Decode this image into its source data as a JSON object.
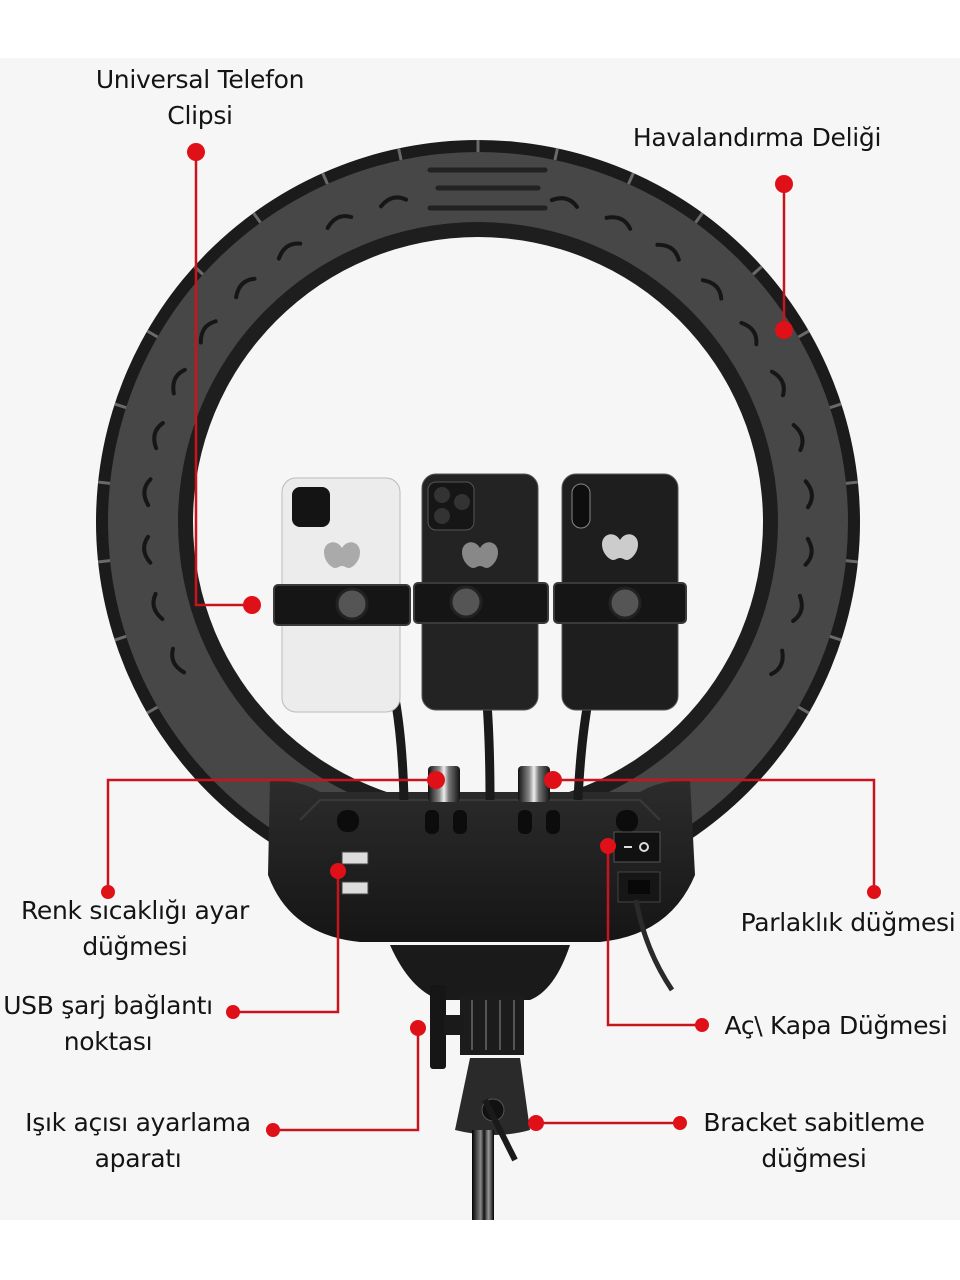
{
  "diagram": {
    "subject": "Ring light with three phone holders and tripod stand",
    "colors": {
      "background": "#f6f6f6",
      "page": "#ffffff",
      "callout": "#e01018",
      "device": "#1c1c1c",
      "text": "#141414"
    },
    "phones": [
      {
        "model": "white phone",
        "color": "#e6e6e6"
      },
      {
        "model": "black phone (triple camera)",
        "color": "#222222"
      },
      {
        "model": "black phone (dual camera)",
        "color": "#1e1e1e"
      }
    ],
    "callouts": [
      {
        "id": "phone-clip",
        "lines": [
          "Universal Telefon",
          "Clipsi"
        ]
      },
      {
        "id": "vent",
        "lines": [
          "Havalandırma Deliği"
        ]
      },
      {
        "id": "color-temp",
        "lines": [
          "Renk sıcaklığı ayar",
          "düğmesi"
        ]
      },
      {
        "id": "brightness",
        "lines": [
          "Parlaklık düğmesi"
        ]
      },
      {
        "id": "usb",
        "lines": [
          "USB şarj bağlantı",
          "noktası"
        ]
      },
      {
        "id": "power",
        "lines": [
          "Aç\\ Kapa Düğmesi"
        ]
      },
      {
        "id": "angle",
        "lines": [
          "Işık açısı ayarlama",
          "aparatı"
        ]
      },
      {
        "id": "bracket",
        "lines": [
          "Bracket sabitleme",
          "düğmesi"
        ]
      }
    ]
  }
}
